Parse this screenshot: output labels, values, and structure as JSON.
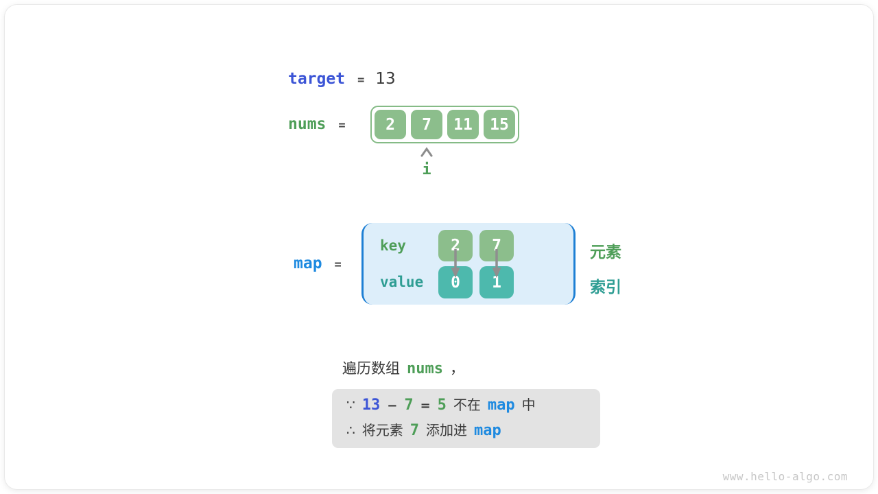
{
  "colors": {
    "indigo": "#3c55d6",
    "bright_blue": "#1e8ae0",
    "green": "#4e9e58",
    "teal": "#2e9d93",
    "green_fill": "#8cbe8c",
    "teal_fill": "#4db9ad",
    "map_bg": "#ddeefa",
    "map_border": "#1d7fd4",
    "dark_text": "#3a3a3a",
    "note_bg": "#e3e3e3",
    "arrow_gray": "#8f8f8f"
  },
  "target_row": {
    "keyword": "target",
    "equals": "=",
    "value": "13"
  },
  "nums_row": {
    "keyword": "nums",
    "equals": "=",
    "cells": [
      "2",
      "7",
      "11",
      "15"
    ],
    "pointer_label": "i"
  },
  "map_row": {
    "keyword": "map",
    "equals": "=",
    "key_label": "key",
    "value_label": "value",
    "entries": [
      {
        "key": "2",
        "value": "0"
      },
      {
        "key": "7",
        "value": "1"
      }
    ],
    "element_label": "元素",
    "index_label": "索引"
  },
  "caption": {
    "text": "遍历数组",
    "code": "nums",
    "comma": "，"
  },
  "note": {
    "line1": {
      "because": "∵",
      "target": "13",
      "minus": "−",
      "subtrahend": "7",
      "equals": "=",
      "result": "5",
      "not_in": "不在",
      "map": "map",
      "suffix": "中"
    },
    "line2": {
      "therefore": "∴",
      "prefix": "将元素",
      "num": "7",
      "middle": "添加进",
      "map": "map"
    }
  },
  "watermark": "www.hello-algo.com"
}
